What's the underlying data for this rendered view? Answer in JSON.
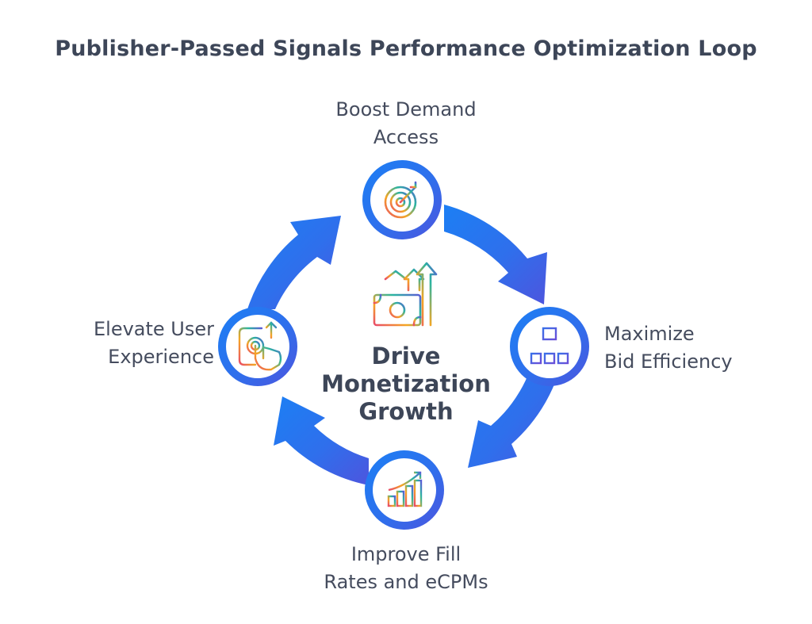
{
  "title": "Publisher-Passed Signals Performance Optimization Loop",
  "center": {
    "lines": [
      "Drive",
      "Monetization",
      "Growth"
    ],
    "icon": "money-growth-icon"
  },
  "steps": [
    {
      "position": "top",
      "lines": [
        "Boost Demand",
        "Access"
      ],
      "icon": "target-icon"
    },
    {
      "position": "right",
      "lines": [
        "Maximize",
        "Bid Efficiency"
      ],
      "icon": "hierarchy-icon"
    },
    {
      "position": "bottom",
      "lines": [
        "Improve Fill",
        "Rates and eCPMs"
      ],
      "icon": "bar-chart-growth-icon"
    },
    {
      "position": "left",
      "lines": [
        "Elevate User",
        "Experience"
      ],
      "icon": "touch-hand-icon"
    }
  ],
  "colors": {
    "title": "#3d4658",
    "text": "#454c5e",
    "ring_start": "#1f7bf2",
    "ring_end": "#4a57e0",
    "icon_gradient": [
      "#e94b6a",
      "#f5a623",
      "#2ab5a0",
      "#5b5bd6"
    ]
  }
}
